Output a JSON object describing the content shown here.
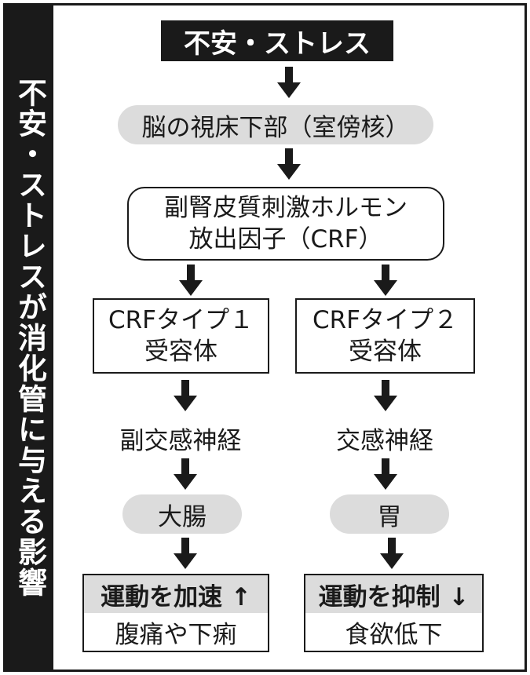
{
  "side_title": "不安・ストレスが消化管に与える影響",
  "top": "不安・ストレス",
  "hypothalamus": "脳の視床下部（室傍核）",
  "crf": {
    "line1": "副腎皮質刺激ホルモン",
    "line2": "放出因子（CRF）"
  },
  "left": {
    "receptor_line1": "CRFタイプ１",
    "receptor_line2": "受容体",
    "nerve": "副交感神経",
    "organ": "大腸",
    "effect": "運動を加速 ↑",
    "result": "腹痛や下痢"
  },
  "right": {
    "receptor_line1": "CRFタイプ２",
    "receptor_line2": "受容体",
    "nerve": "交感神経",
    "organ": "胃",
    "effect": "運動を抑制 ↓",
    "result": "食欲低下"
  },
  "colors": {
    "dark": "#1a1a1a",
    "pill_fill": "#dcdcdc",
    "background": "#ffffff"
  }
}
